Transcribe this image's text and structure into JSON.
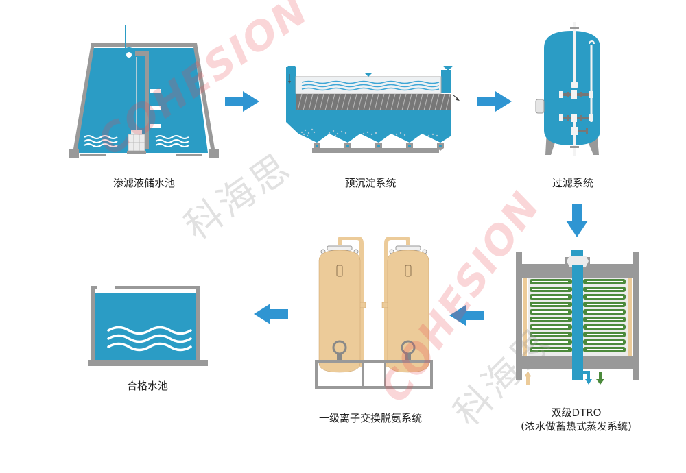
{
  "colors": {
    "water": "#2b9cc5",
    "arrow": "#2f95d2",
    "concrete": "#9a9a9a",
    "tank_tan": "#eccb99",
    "membrane_green": "#4c8a3c",
    "watermark_red": "#e8464f",
    "watermark_gray": "#9b9b9b"
  },
  "stages": [
    {
      "id": "leachate-tank",
      "label": "渗滤液储水池"
    },
    {
      "id": "pre-sedimentation",
      "label": "预沉淀系统"
    },
    {
      "id": "filtration",
      "label": "过滤系统"
    },
    {
      "id": "dtro",
      "label": "双级DTRO",
      "sublabel": "(浓水做蓄热式蒸发系统)"
    },
    {
      "id": "ion-exchange",
      "label": "一级离子交换脱氨系统"
    },
    {
      "id": "qualified-tank",
      "label": "合格水池"
    }
  ],
  "flow_arrows": [
    {
      "from": "leachate-tank",
      "to": "pre-sedimentation",
      "direction": "right"
    },
    {
      "from": "pre-sedimentation",
      "to": "filtration",
      "direction": "right"
    },
    {
      "from": "filtration",
      "to": "dtro",
      "direction": "down"
    },
    {
      "from": "dtro",
      "to": "ion-exchange",
      "direction": "left"
    },
    {
      "from": "ion-exchange",
      "to": "qualified-tank",
      "direction": "left"
    }
  ],
  "watermark": {
    "brand_en": "COHESION",
    "brand_cn": "科海思"
  }
}
